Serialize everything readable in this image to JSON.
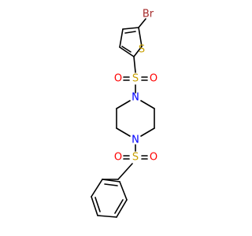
{
  "colors": {
    "bond": "#000000",
    "background": "#ffffff",
    "sulfur": "#c8a000",
    "oxygen": "#ff0000",
    "nitrogen": "#0000ff",
    "bromine": "#a52a2a"
  },
  "labels": {
    "bromine": "Br",
    "thiophene_sulfur": "S",
    "sulfonyl1_sulfur": "S",
    "sulfonyl1_oxygen_left": "O",
    "sulfonyl1_oxygen_right": "O",
    "nitrogen_top": "N",
    "nitrogen_bottom": "N",
    "sulfonyl2_sulfur": "S",
    "sulfonyl2_oxygen_left": "O",
    "sulfonyl2_oxygen_right": "O"
  }
}
